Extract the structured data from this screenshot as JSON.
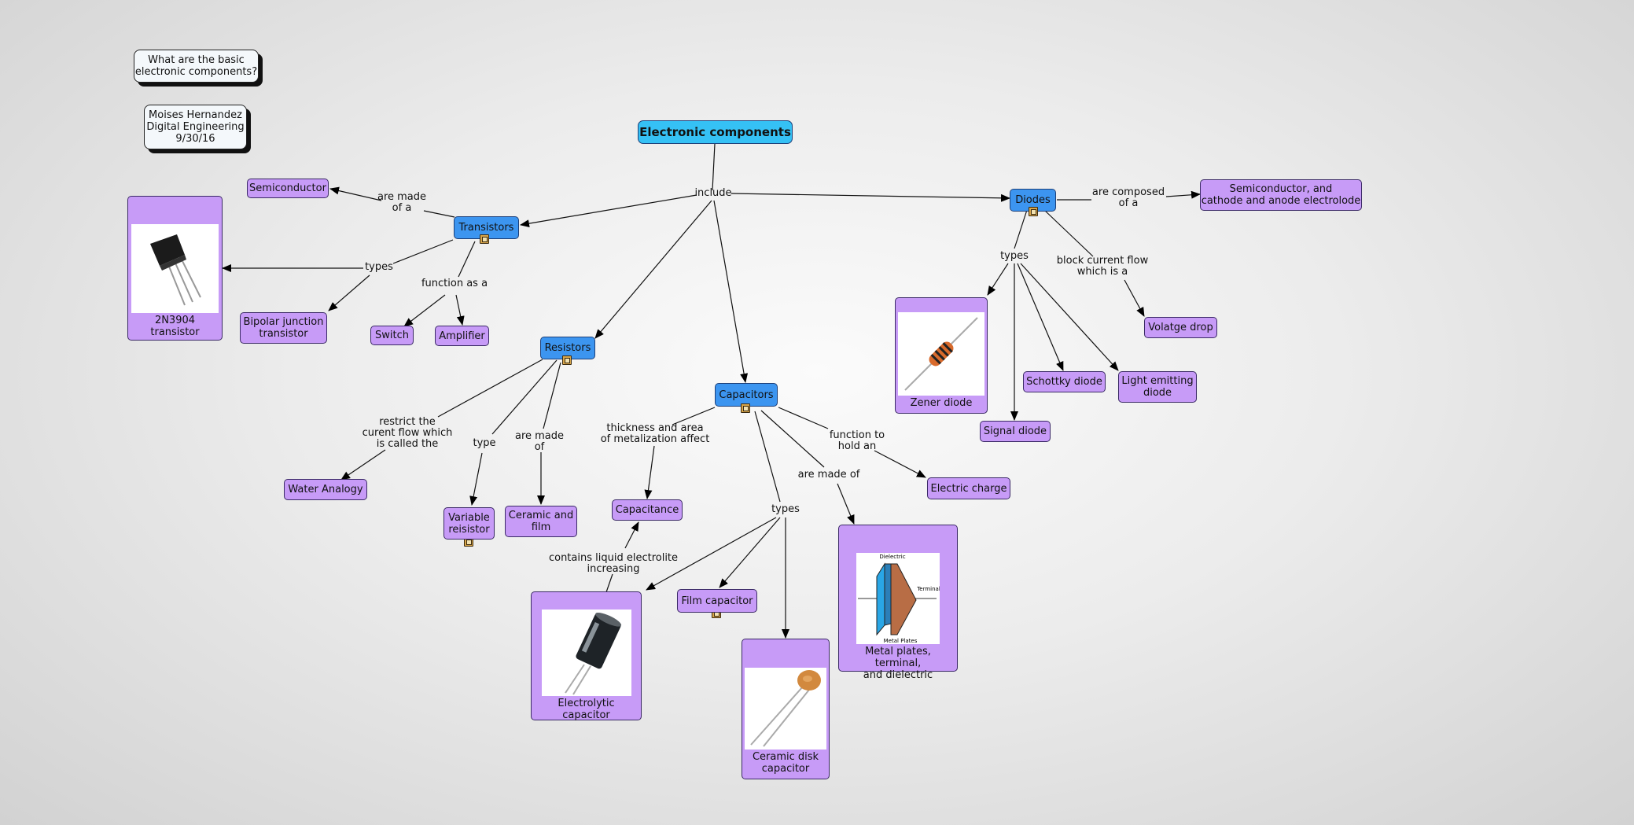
{
  "nodes": {
    "question": "What are the basic\nelectronic components?",
    "author": "Moises Hernandez\nDigital Engineering\n9/30/16",
    "electronic_components": "Electronic components",
    "semiconductor": "Semiconductor",
    "transistors": "Transistors",
    "transistor_2n3904": "2N3904\ntransistor",
    "bipolar_junction": "Bipolar junction\ntransistor",
    "switch": "Switch",
    "amplifier": "Amplifier",
    "resistors": "Resistors",
    "water_analogy": "Water Analogy",
    "variable_resistor": "Variable\nreisistor",
    "ceramic_film": "Ceramic and\nfilm",
    "capacitors": "Capacitors",
    "capacitance": "Capacitance",
    "electrolytic": "Electrolytic capacitor",
    "film_capacitor": "Film capacitor",
    "ceramic_disk": "Ceramic disk\ncapacitor",
    "metal_plates": "Metal plates, terminal,\nand dielectric",
    "electric_charge": "Electric charge",
    "diodes": "Diodes",
    "semiconductor_cathode": "Semiconductor, and\ncathode and anode electrolode",
    "zener": "Zener diode",
    "signal_diode": "Signal diode",
    "schottky": "Schottky diode",
    "led": "Light emitting\ndiode",
    "voltage_drop": "Volatge drop"
  },
  "links": {
    "include": "include",
    "are_made_of_a": "are made\nof a",
    "transistor_types": "types",
    "function_as_a": "function as a",
    "restrict": "restrict the\ncurent flow which\nis called the",
    "resistor_type": "type",
    "resistor_made_of": "are made\nof",
    "thickness": "thickness and area\nof metalization affect",
    "function_to_hold": "function to\nhold an",
    "cap_made_of": "are made of",
    "cap_types": "types",
    "contains": "contains liquid electrolite\nincreasing",
    "composed_of": "are composed\nof a",
    "diode_types": "types",
    "block_current": "block current flow\nwhich is a"
  },
  "dielectric_figure": {
    "dielectric": "Dielectric",
    "terminal": "Terminal",
    "metal_plates": "Metal Plates"
  },
  "colors": {
    "concept": "#c79bf7",
    "hub": "#3c95f0",
    "root": "#35c1f5",
    "note": "#f4f8fb"
  },
  "icons": [
    "resource-badge-icon",
    "transistor-photo",
    "zener-diode-photo",
    "electrolytic-capacitor-photo",
    "ceramic-disk-capacitor-photo",
    "capacitor-dielectric-diagram"
  ]
}
